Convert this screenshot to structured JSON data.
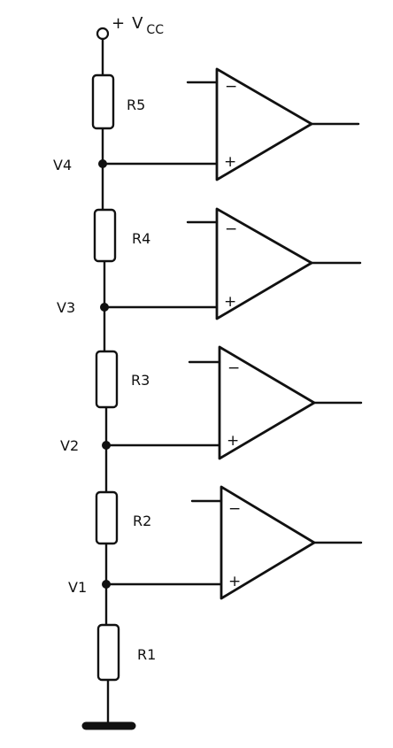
{
  "supply": {
    "prefix": "+",
    "symbol": "V",
    "subscript": "CC"
  },
  "resistors": [
    {
      "label": "R5"
    },
    {
      "label": "R4"
    },
    {
      "label": "R3"
    },
    {
      "label": "R2"
    },
    {
      "label": "R1"
    }
  ],
  "nodes": [
    {
      "label": "V4"
    },
    {
      "label": "V3"
    },
    {
      "label": "V2"
    },
    {
      "label": "V1"
    }
  ],
  "opamp_inputs": {
    "inverting": "−",
    "non_inverting": "+"
  },
  "colors": {
    "ink": "#111111",
    "background": "#ffffff"
  }
}
